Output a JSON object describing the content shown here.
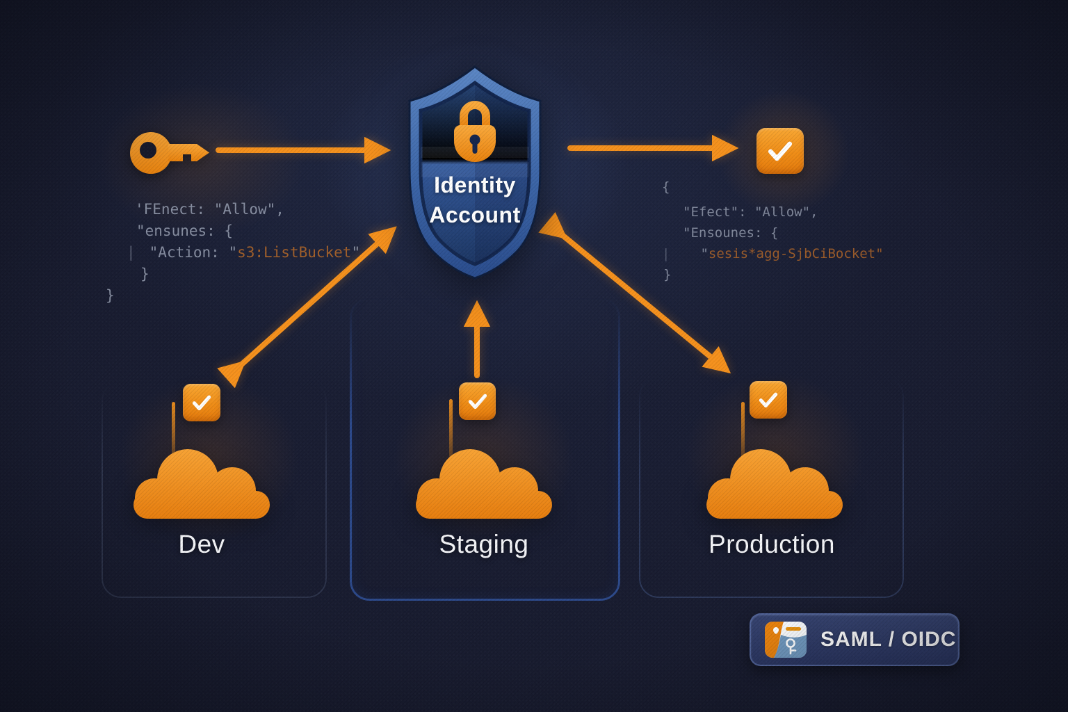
{
  "shield": {
    "title_line1": "Identity",
    "title_line2": "Account"
  },
  "policy_snippet_left": {
    "line1": "'FEnect: \"Allow\",",
    "line2": "\"ensunes: {",
    "line3_pipe": "|",
    "line3_prefix": "\"Action: \"",
    "line3_value": "s3:ListBucket",
    "line3_suffix": "\"",
    "line4": "}",
    "line5": "}"
  },
  "policy_snippet_right": {
    "line1": "{",
    "line2": "\"Efect\": \"Allow\",",
    "line3": "\"Ensounes: {",
    "line4_pipe": "|",
    "line4_prefix": "\"",
    "line4_value": "sesis*agg-SjbCiBocket\"",
    "line5": "}"
  },
  "environments": [
    {
      "label": "Dev"
    },
    {
      "label": "Staging"
    },
    {
      "label": "Production"
    }
  ],
  "federation_badge": {
    "label": "SAML / OIDC"
  },
  "icons": {
    "key": "key-icon",
    "lock": "lock-icon",
    "shield": "shield-icon",
    "checkmark": "checkmark-icon",
    "cloud": "cloud-icon",
    "federation": "saml-oidc-icon"
  },
  "colors": {
    "background": "#171a2c",
    "accent_orange": "#f5911d",
    "orange_deep": "#e67d0e",
    "shield_outer_blue": "#4d7cbd",
    "shield_inner_blue": "#2c528f",
    "panel_outline_blue": "#3e70d6",
    "code_text_gray": "#99a1b3",
    "code_text_orange": "#b96a28",
    "label_white": "#ffffff",
    "badge_background": "#2e3a63",
    "badge_border": "#5c70a8"
  }
}
